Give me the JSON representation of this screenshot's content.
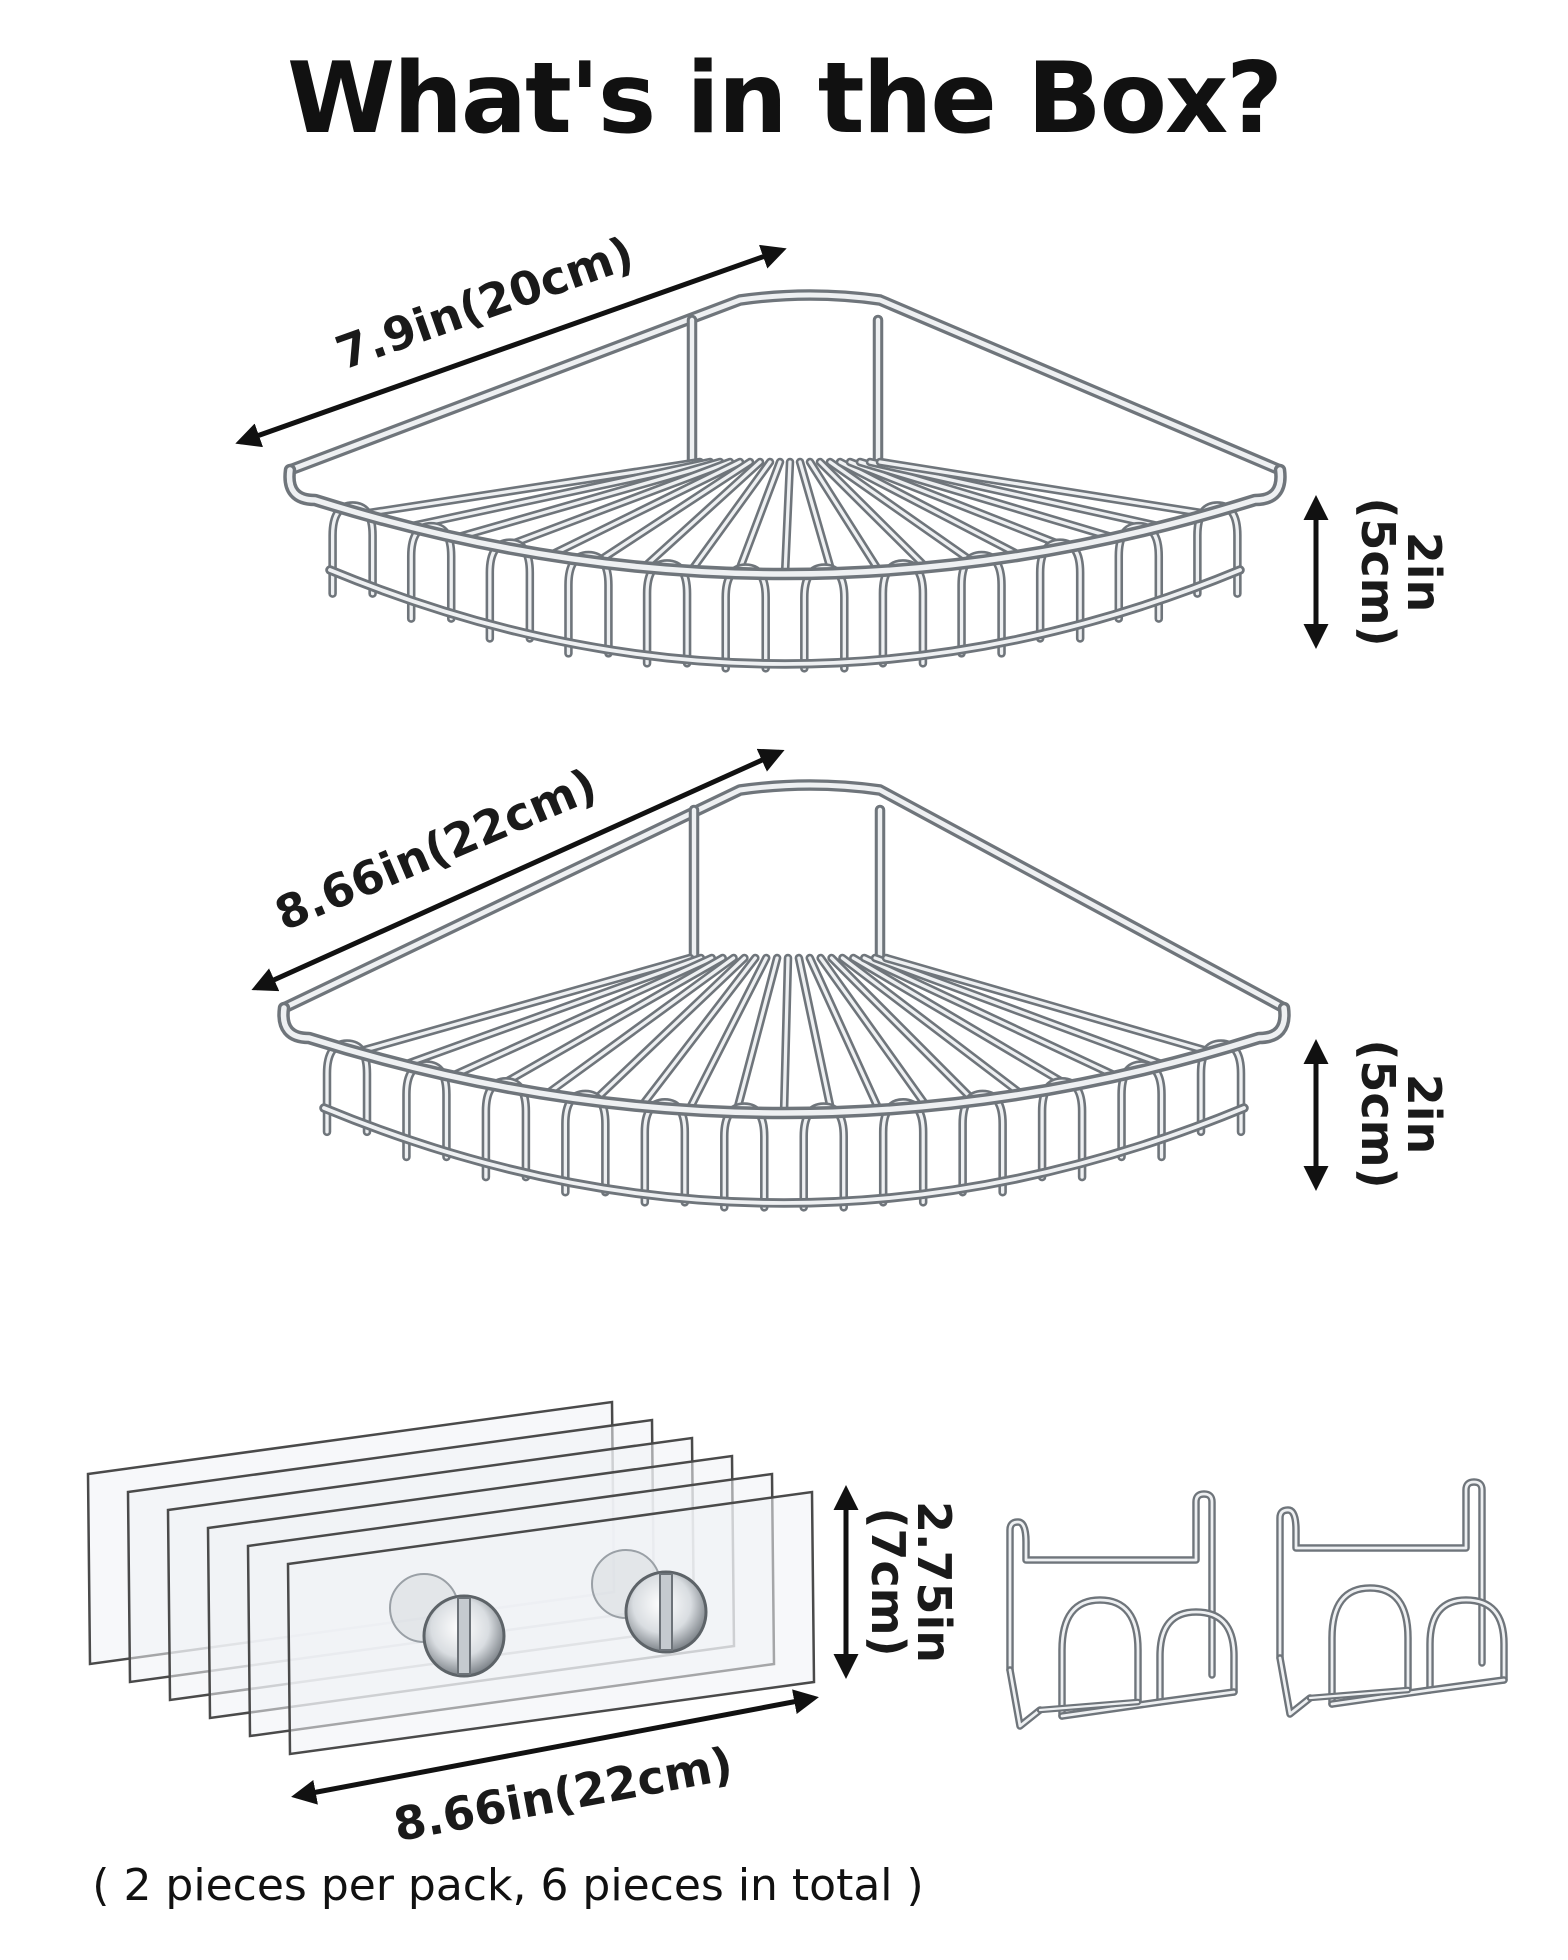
{
  "title": "What's in the Box?",
  "shelf_top": {
    "width_label": "7.9in(20cm)",
    "height_label_in": "2in",
    "height_label_cm": "(5cm)"
  },
  "shelf_bottom": {
    "width_label": "8.66in(22cm)",
    "height_label_in": "2in",
    "height_label_cm": "(5cm)"
  },
  "adhesive": {
    "height_label_in": "2.75in",
    "height_label_cm": "(7cm)",
    "width_label": "8.66in(22cm)",
    "note": "( 2 pieces per pack, 6 pieces in total )"
  },
  "colors": {
    "wire_light": "#eef0f2",
    "wire_dark": "#6f757b",
    "text": "#111111"
  }
}
